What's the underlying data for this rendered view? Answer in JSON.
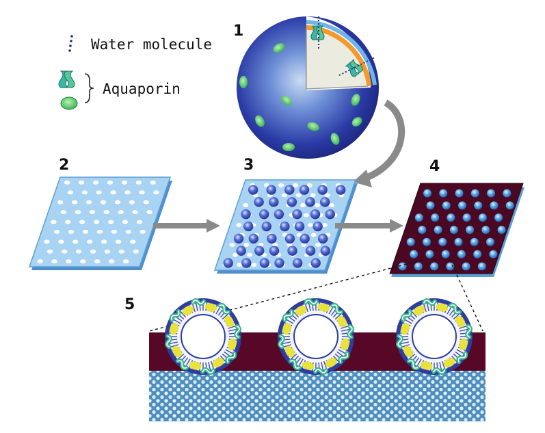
{
  "legend": {
    "water_molecule": "Water molecule",
    "aquaporin": "Aquaporin"
  },
  "steps": {
    "step1": "1",
    "step2": "2",
    "step3": "3",
    "step4": "4",
    "step5": "5"
  },
  "colors": {
    "sheet_blue": "#a9d3f2",
    "sheet_edge": "#5b9ed4",
    "maroon": "#5a0a2a",
    "vesicle_blue": "#2333a0",
    "aquaporin_green": "#3cc25a",
    "arrow_gray": "#8a8a8a"
  }
}
